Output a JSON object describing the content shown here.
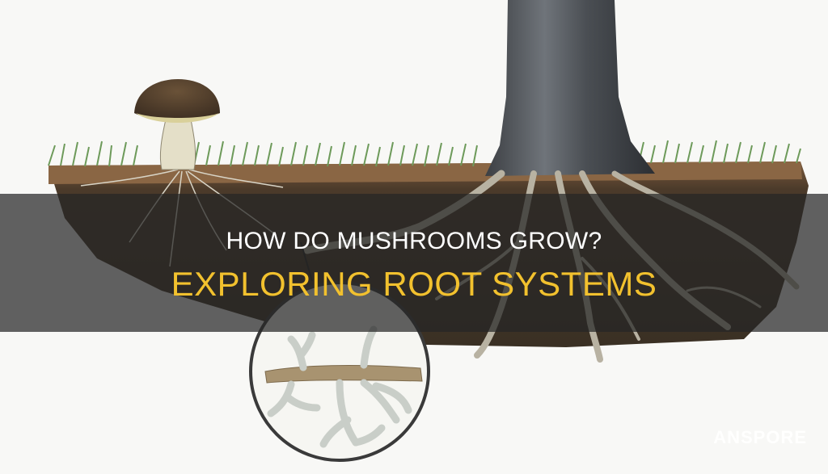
{
  "header": {
    "title": "HOW DO MUSHROOMS GROW?",
    "subtitle": "EXPLORING ROOT SYSTEMS"
  },
  "watermark": {
    "text": "ANSPORE"
  },
  "illustration": {
    "subjects": [
      "mushroom",
      "tree-trunk",
      "grass",
      "soil-cross-section",
      "roots",
      "mycorrhiza-magnifier-circle"
    ]
  },
  "colors": {
    "title": "#ffffff",
    "subtitle": "#f2c12e",
    "overlay": "#262626",
    "background": "#f8f8f6"
  }
}
